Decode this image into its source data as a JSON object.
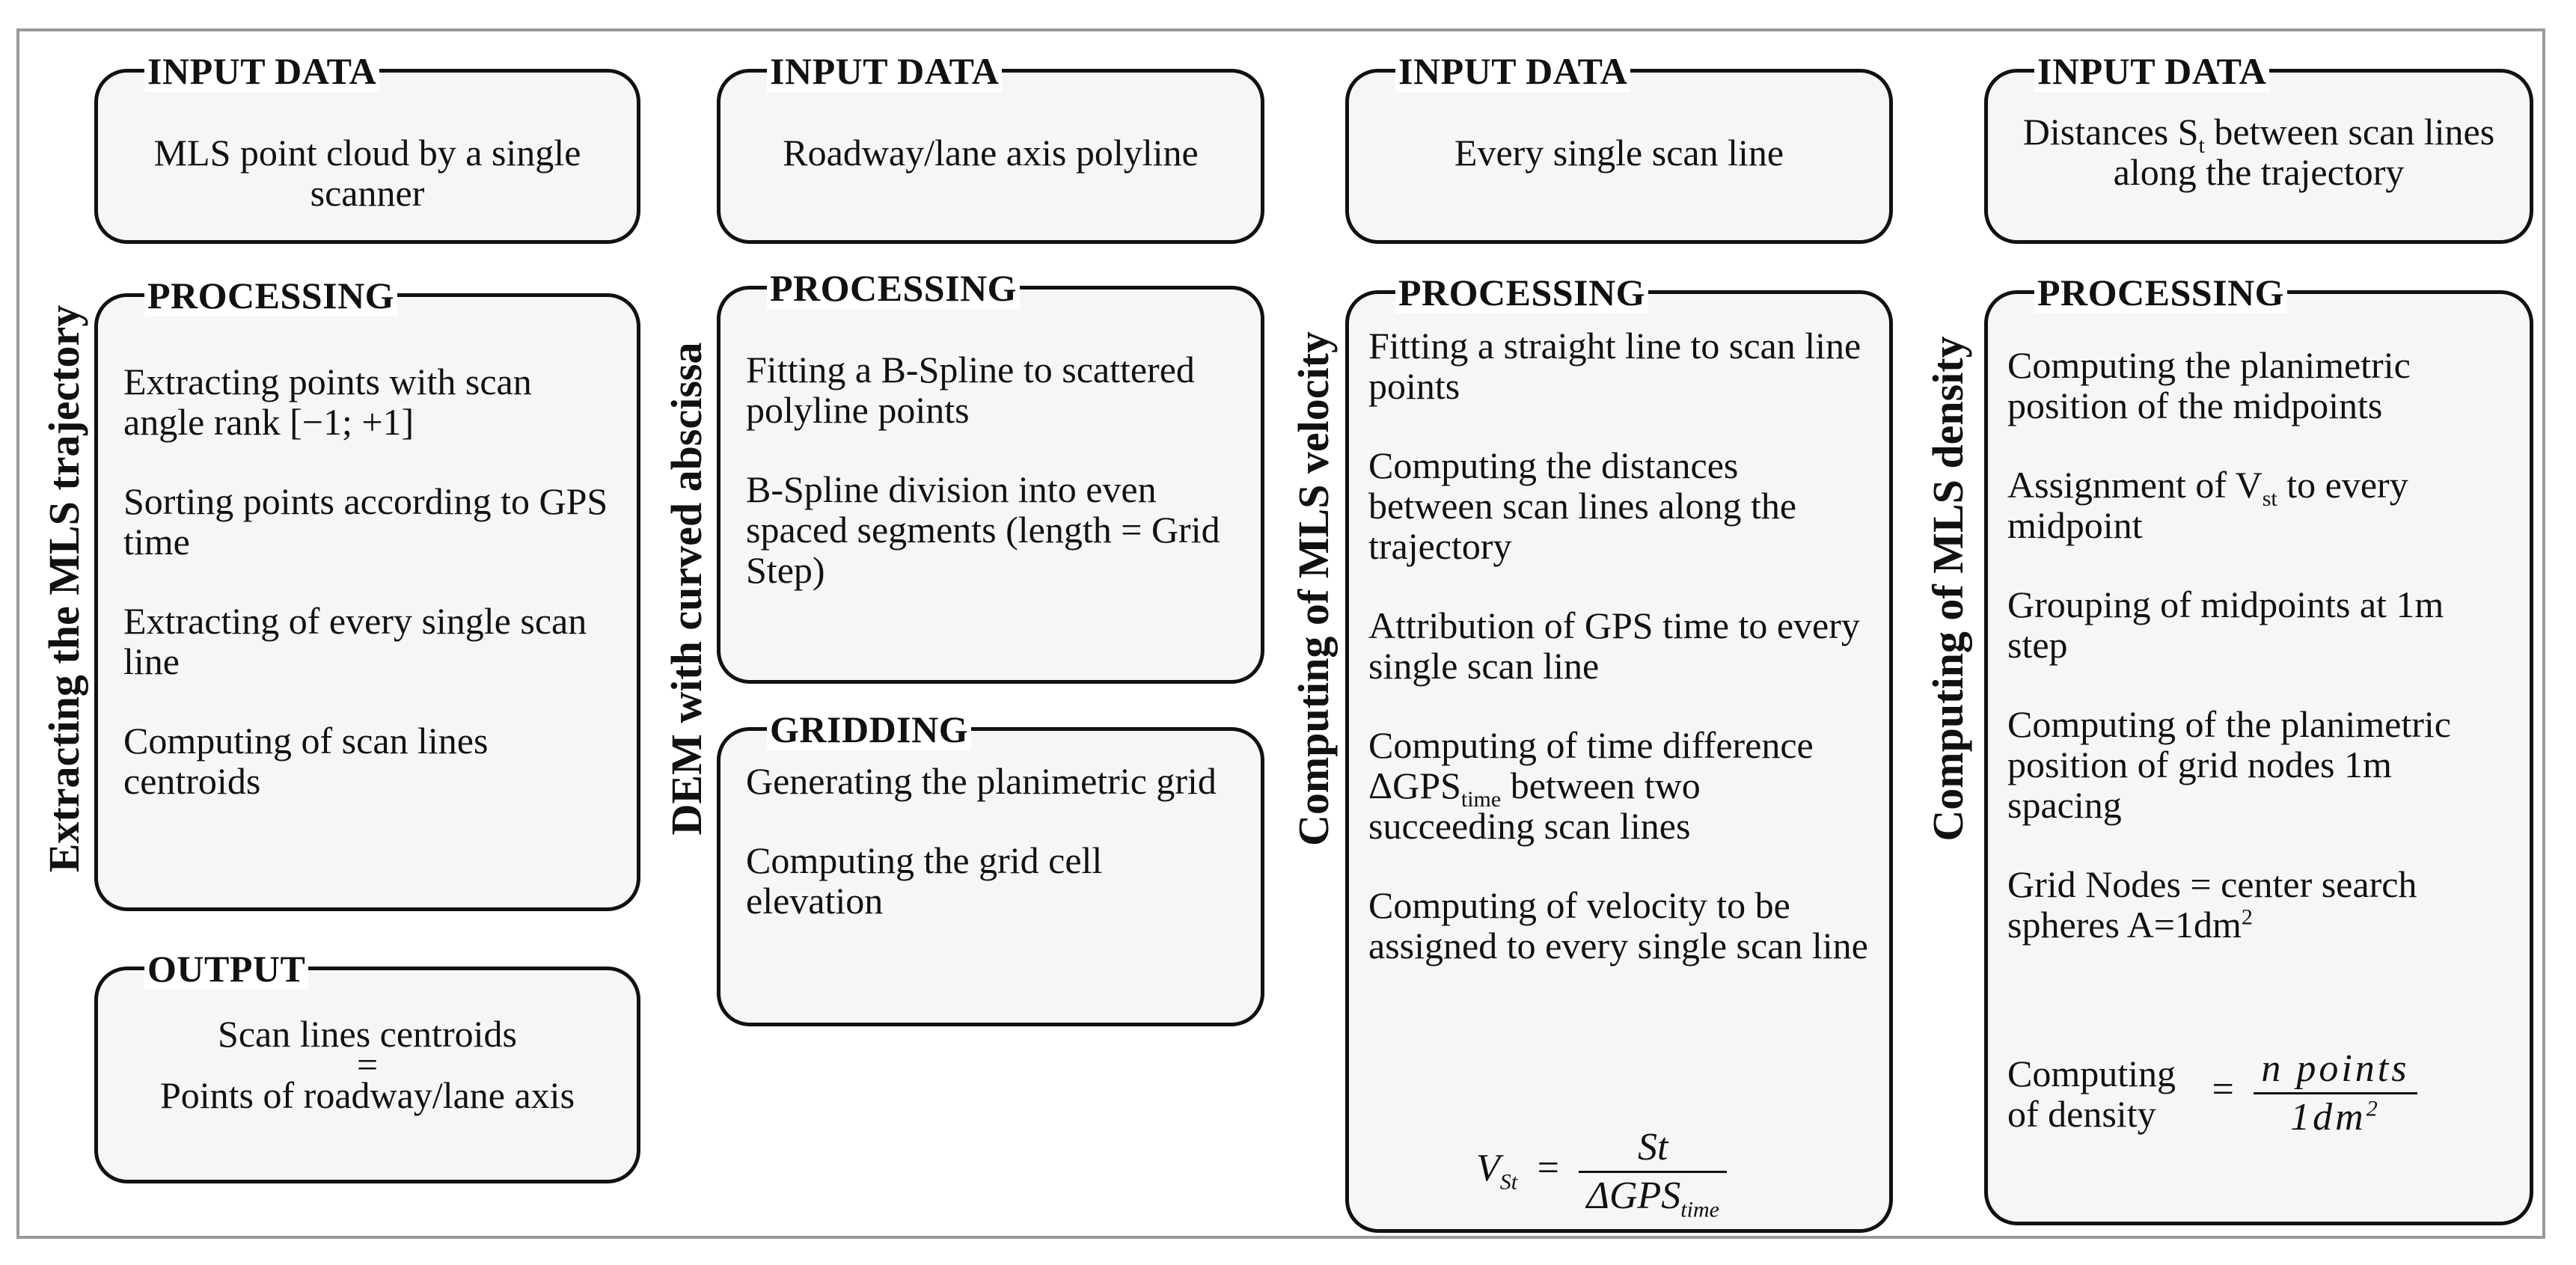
{
  "columns": [
    {
      "side_label": "Extracting the MLS trajectory",
      "input": {
        "header": "INPUT DATA",
        "text": "MLS point cloud by a single scanner"
      },
      "processing": {
        "header": "PROCESSING",
        "items": [
          "Extracting points with scan angle rank [−1; +1]",
          "Sorting points according to GPS time",
          "Extracting of every single scan line",
          "Computing of scan lines centroids"
        ]
      },
      "output": {
        "header": "OUTPUT",
        "line1": "Scan lines centroids",
        "line2": "=",
        "line3": "Points of roadway/lane axis"
      }
    },
    {
      "side_label": "DEM with curved abscissa",
      "input": {
        "header": "INPUT DATA",
        "text": "Roadway/lane axis polyline"
      },
      "processing": {
        "header": "PROCESSING",
        "items": [
          "Fitting a B-Spline to scattered polyline points",
          "B-Spline division into even spaced segments (length = Grid Step)"
        ]
      },
      "gridding": {
        "header": "GRIDDING",
        "items": [
          "Generating the planimetric grid",
          "Computing the grid cell elevation"
        ]
      }
    },
    {
      "side_label": "Computing of MLS velocity",
      "input": {
        "header": "INPUT DATA",
        "text": "Every single scan line"
      },
      "processing": {
        "header": "PROCESSING",
        "items": [
          "Fitting a straight line to scan line points",
          "Computing the distances between scan lines along the trajectory",
          "Attribution of GPS time to every single scan line"
        ],
        "item4_a": "Computing of time difference ΔGPS",
        "item4_sub": "time",
        "item4_b": "between two succeeding scan lines",
        "item5": "Computing of velocity to be assigned to every single scan line",
        "formula": {
          "lhs": "V",
          "lhs_sub": "St",
          "eq": "=",
          "num": "St",
          "den": "ΔGPS",
          "den_sub": "time"
        }
      }
    },
    {
      "side_label": "Computing of MLS density",
      "input": {
        "header": "INPUT DATA",
        "text_a": "Distances S",
        "text_sub": "t",
        "text_b": " between scan lines along the trajectory"
      },
      "processing": {
        "header": "PROCESSING",
        "item1": "Computing the planimetric position of the midpoints",
        "item2_a": "Assignment of V",
        "item2_sub": "st",
        "item2_b": " to every midpoint",
        "item3": "Grouping of midpoints at 1m step",
        "item4": "Computing of the planimetric position of grid nodes 1m spacing",
        "item5_a": "Grid Nodes = center search spheres A=1dm",
        "item5_sup": "2",
        "item6_a": "Computing",
        "item6_b": "of density",
        "formula": {
          "eq": "=",
          "num": "n points",
          "den": "1dm",
          "den_sup": "2"
        }
      }
    }
  ]
}
